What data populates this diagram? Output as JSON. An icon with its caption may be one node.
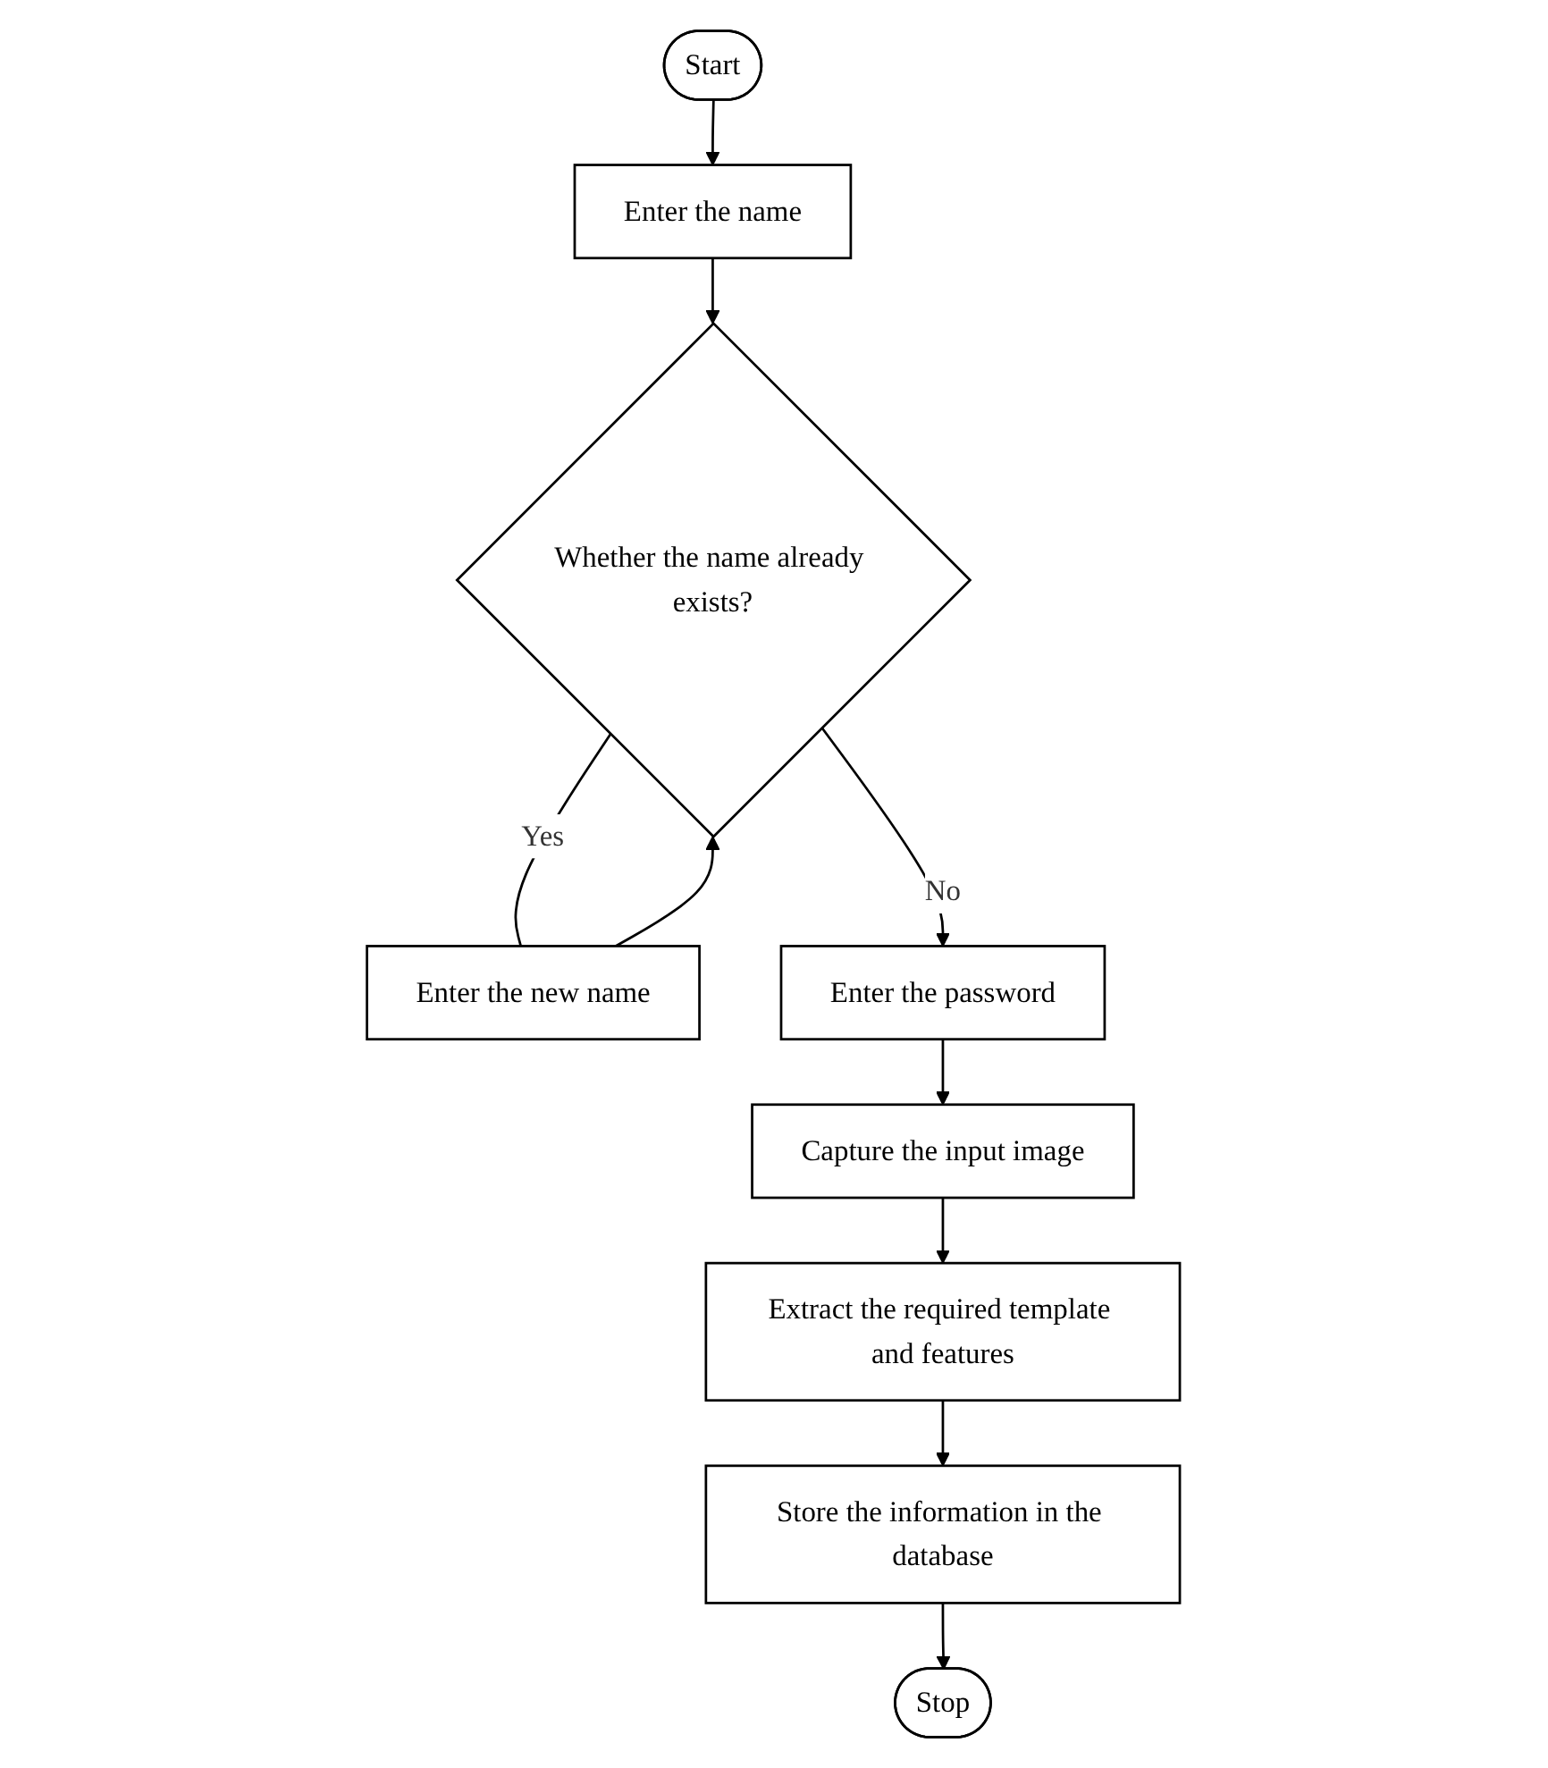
{
  "diagram": {
    "nodes": [
      {
        "text": [
          "Start"
        ]
      },
      {
        "text": [
          "Enter the name"
        ]
      },
      {
        "text": [
          "Whether the name already exists?"
        ]
      },
      {
        "text": [
          "Enter the new name"
        ]
      },
      {
        "text": [
          "Enter the password"
        ]
      },
      {
        "text": [
          "Capture the input image"
        ]
      },
      {
        "text": [
          "Extract the required template and features"
        ]
      },
      {
        "text": [
          "Store the information in the database"
        ]
      },
      {
        "text": [
          "Stop"
        ]
      }
    ],
    "edges": [
      {
        "from": 0,
        "to": 1,
        "arrow": "to"
      },
      {
        "from": 1,
        "to": 2,
        "arrow": "to"
      },
      {
        "from": 2,
        "to": 3,
        "arrow": "none",
        "label": "Yes"
      },
      {
        "from": 3,
        "to": 2,
        "arrow": "to"
      },
      {
        "from": 2,
        "to": 4,
        "arrow": "to",
        "label": "No"
      },
      {
        "from": 4,
        "to": 5,
        "arrow": "to"
      },
      {
        "from": 5,
        "to": 6,
        "arrow": "to"
      },
      {
        "from": 6,
        "to": 7,
        "arrow": "to"
      },
      {
        "from": 7,
        "to": 8,
        "arrow": "to"
      }
    ]
  }
}
